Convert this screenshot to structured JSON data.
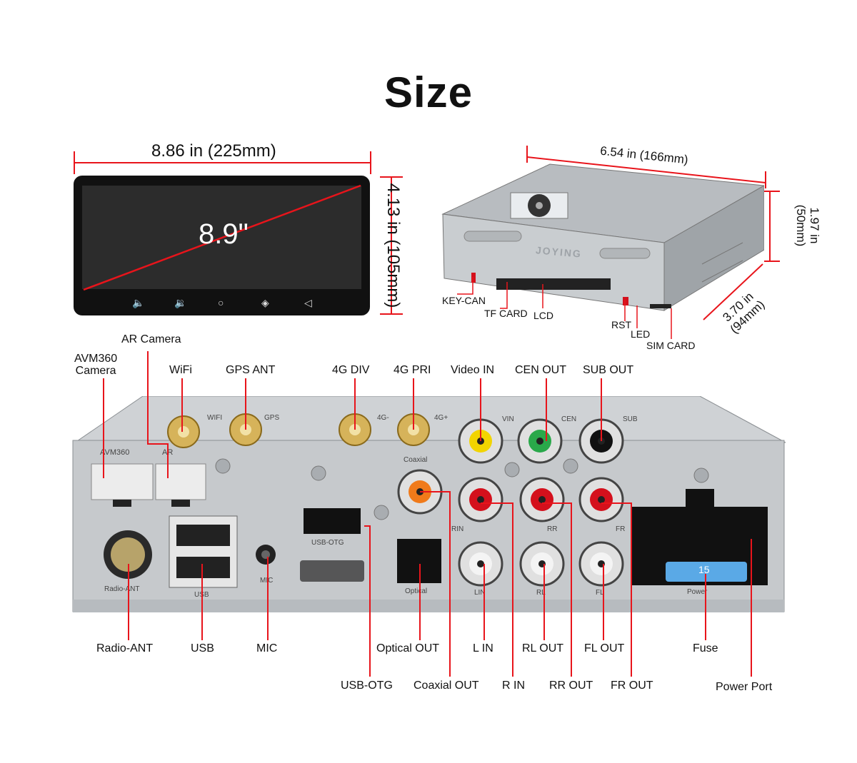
{
  "title": "Size",
  "screen": {
    "width_label": "8.86 in (225mm)",
    "height_label": "4.13 in (105mm)",
    "diagonal_label": "8.9\""
  },
  "box": {
    "width_label": "6.54 in  (166mm)",
    "height_label_1": "1.97 in",
    "height_label_2": "(50mm)",
    "depth_label_1": "3.70 in",
    "depth_label_2": "(94mm)",
    "brand": "JOYING",
    "callouts": {
      "key_can": "KEY-CAN",
      "tf_card": "TF CARD",
      "lcd": "LCD",
      "rst": "RST",
      "led": "LED",
      "sim_card": "SIM CARD"
    }
  },
  "panel": {
    "silk": {
      "avm360": "AVM360",
      "ar": "AR",
      "wifi": "WIFI",
      "gps": "GPS",
      "4g_minus": "4G-",
      "4g_plus": "4G+",
      "vin": "VIN",
      "cen": "CEN",
      "sub": "SUB",
      "coaxial": "Coaxial",
      "rin": "RIN",
      "rr": "RR",
      "fr": "FR",
      "lin": "LIN",
      "rl": "RL",
      "fl": "FL",
      "optical": "Optical",
      "usb_otg": "USB-OTG",
      "usb": "USB",
      "mic": "MIC",
      "radio_ant": "Radio-ANT",
      "power": "Power",
      "fuse_value": "15"
    },
    "top_labels": {
      "ar_camera": "AR Camera",
      "avm360_camera_1": "AVM360",
      "avm360_camera_2": "Camera",
      "wifi": "WiFi",
      "gps_ant": "GPS ANT",
      "4g_div": "4G DIV",
      "4g_pri": "4G PRI",
      "video_in": "Video IN",
      "cen_out": "CEN OUT",
      "sub_out": "SUB OUT"
    },
    "bottom_labels": {
      "radio_ant": "Radio-ANT",
      "usb": "USB",
      "mic": "MIC",
      "optical_out": "Optical OUT",
      "l_in": "L IN",
      "rl_out": "RL OUT",
      "fl_out": "FL OUT",
      "fuse": "Fuse",
      "usb_otg": "USB-OTG",
      "coaxial_out": "Coaxial OUT",
      "r_in": "R IN",
      "rr_out": "RR OUT",
      "fr_out": "FR OUT",
      "power_port": "Power Port"
    }
  },
  "colors": {
    "callout_red": "#e8141b",
    "rca_yellow": "#f2d400",
    "rca_green": "#2aa84a",
    "rca_black": "#111111",
    "rca_red": "#d4101c",
    "rca_white": "#f4f4f4",
    "rca_orange": "#f07a1a",
    "fuse_blue": "#5aa9e6"
  }
}
